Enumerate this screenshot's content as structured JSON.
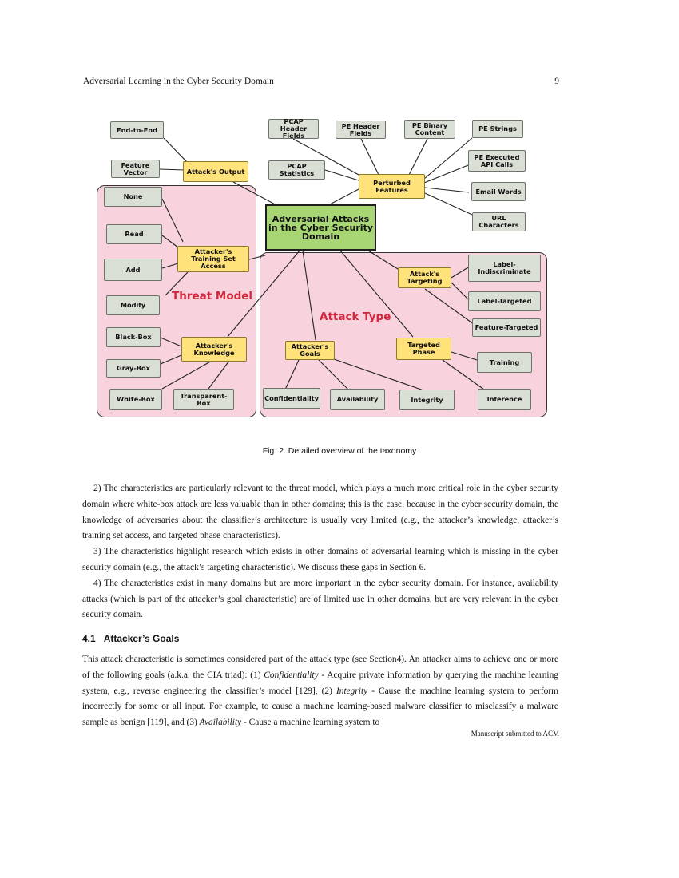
{
  "header": {
    "title": "Adversarial Learning in the Cyber Security Domain",
    "page": "9"
  },
  "figure": {
    "regions": {
      "threat": "Threat Model",
      "attack": "Attack Type"
    },
    "center": "Adversarial Attacks in the Cyber Security Domain",
    "nodes": {
      "end_to_end": "End-to-End",
      "feature_vector": "Feature Vector",
      "attacks_output": "Attack's Output",
      "pcap_header": "PCAP Header Fields",
      "pe_header": "PE Header Fields",
      "pe_binary": "PE Binary Content",
      "pe_strings": "PE Strings",
      "pe_api": "PE Executed API Calls",
      "pcap_stats": "PCAP Statistics",
      "perturbed": "Perturbed Features",
      "email_words": "Email Words",
      "url_chars": "URL Characters",
      "none": "None",
      "read": "Read",
      "add": "Add",
      "modify": "Modify",
      "training_access": "Attacker's Training Set Access",
      "black_box": "Black-Box",
      "gray_box": "Gray-Box",
      "white_box": "White-Box",
      "transparent_box": "Transparent-Box",
      "knowledge": "Attacker's Knowledge",
      "targeting": "Attack's Targeting",
      "label_indisc": "Label-Indiscriminate",
      "label_targeted": "Label-Targeted",
      "feature_targeted": "Feature-Targeted",
      "goals": "Attacker's Goals",
      "targeted_phase": "Targeted Phase",
      "training": "Training",
      "confidentiality": "Confidentiality",
      "availability": "Availability",
      "integrity": "Integrity",
      "inference": "Inference"
    }
  },
  "caption": "Fig. 2.  Detailed overview of the taxonomy",
  "paragraphs": [
    "2) The characteristics are particularly relevant to the threat model, which plays a much more critical role in the cyber security domain where white-box attack are less valuable than in other domains; this is the case, because in the cyber security domain, the knowledge of adversaries about the classifier’s architecture is usually very limited (e.g., the attacker’s knowledge, attacker’s training set access, and targeted phase characteristics).",
    "3) The characteristics highlight research which exists in other domains of adversarial learning which is missing in the cyber security domain (e.g., the attack’s targeting characteristic). We discuss these gaps in Section 6.",
    "4) The characteristics exist in many domains but are more important in the cyber security domain. For instance, availability attacks (which is part of the attacker’s goal characteristic) are of limited use in other domains, but are very relevant in the cyber security domain."
  ],
  "section": {
    "number": "4.1",
    "title": "Attacker’s Goals",
    "text": {
      "p1": "This attack characteristic is sometimes considered part of the attack type (see Section4). An attacker aims to achieve one or more of the following goals (a.k.a. the CIA triad): (1) ",
      "conf": "Confidentiality",
      "p2": " - Acquire private information by querying the machine learning system, e.g., reverse engineering the classifier’s model [129], (2) ",
      "integ": "Integrity",
      "p3": " - Cause the machine learning system to perform incorrectly for some or all input. For example, to cause a machine learning-based malware classifier to misclassify a malware sample as benign [119], and (3) ",
      "avail": "Availability",
      "p4": " - Cause a machine learning system to"
    }
  },
  "footer": "Manuscript submitted to ACM"
}
